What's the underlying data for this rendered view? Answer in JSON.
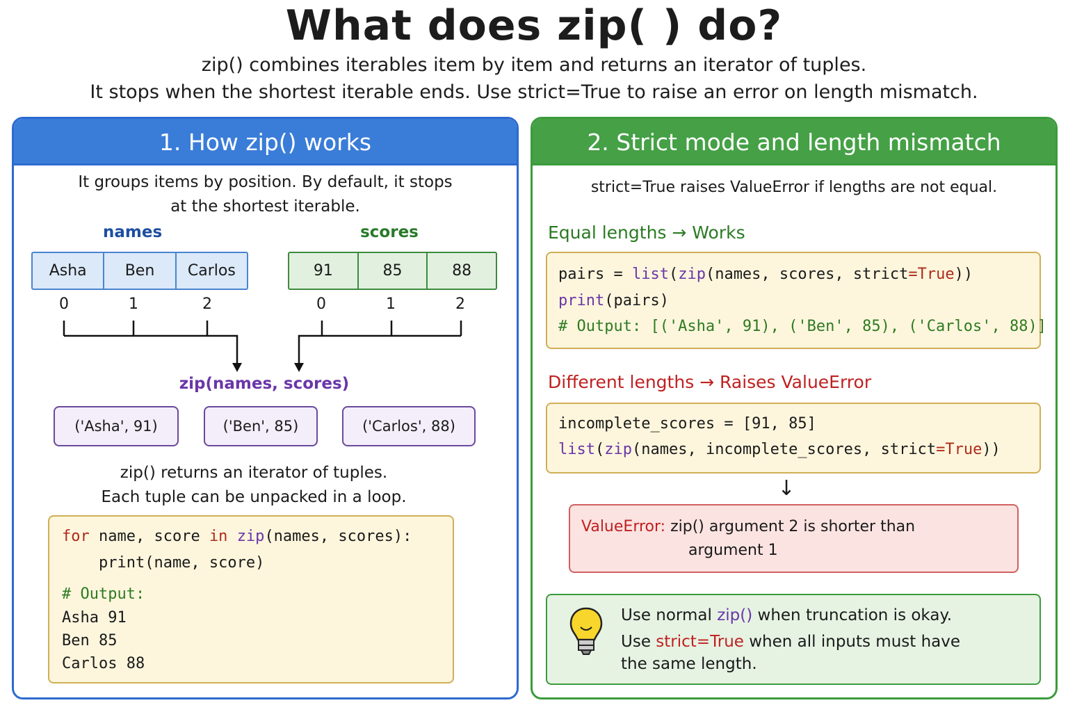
{
  "header": {
    "title": "What does zip( ) do?",
    "line1": "zip() combines iterables item by item and returns an iterator of tuples.",
    "line2": "It stops when the shortest iterable ends. Use strict=True to raise an error on length mismatch."
  },
  "left": {
    "title": "1. How zip() works",
    "intro1": "It groups items by position. By default, it stops",
    "intro2": "at the shortest iterable.",
    "names_label": "names",
    "scores_label": "scores",
    "names": [
      "Asha",
      "Ben",
      "Carlos"
    ],
    "scores": [
      "91",
      "85",
      "88"
    ],
    "indices": [
      "0",
      "1",
      "2"
    ],
    "zip_call": "zip(names, scores)",
    "tuples": [
      "('Asha', 91)",
      "('Ben', 85)",
      "('Carlos', 88)"
    ],
    "note1": "zip() returns an iterator of tuples.",
    "note2": "Each tuple can be unpacked in a loop.",
    "code": {
      "kw_for": "for",
      "l1_a": " name, score ",
      "kw_in": "in",
      "l1_sp": " ",
      "fn_zip": "zip",
      "l1_b": "(names, scores):",
      "l2": "    print(name, score)",
      "comment": "# Output:",
      "out": [
        "Asha 91",
        "Ben 85",
        "Carlos 88"
      ]
    }
  },
  "right": {
    "title": "2. Strict mode and length mismatch",
    "intro": "strict=True raises ValueError if lengths are not equal.",
    "equal_label": "Equal lengths → Works",
    "equal_code": {
      "a": "pairs = ",
      "list": "list",
      "p1": "(",
      "zip": "zip",
      "b": "(names, scores, strict",
      "eq": "=",
      "true": "True",
      "c": "))",
      "print": "print",
      "d": "(pairs)",
      "output": "# Output: [('Asha', 91), ('Ben', 85), ('Carlos', 88)]"
    },
    "diff_label": "Different lengths → Raises ValueError",
    "diff_code": {
      "line1": "incomplete_scores = [91, 85]",
      "list": "list",
      "p1": "(",
      "zip": "zip",
      "b": "(names, incomplete_scores, strict",
      "eq": "=",
      "true": "True",
      "c": "))"
    },
    "down_arrow": "↓",
    "error": {
      "name": "ValueError:",
      "msg1": " zip() argument 2 is shorter than",
      "msg2": "argument 1"
    },
    "tip": {
      "t1a": "Use normal ",
      "t1b": "zip()",
      "t1c": " when truncation is okay.",
      "t2a": "Use ",
      "t2b": "strict=True",
      "t2c": " when all inputs must have",
      "t3": "the same length."
    }
  },
  "colors": {
    "blue": "#3a7dd8",
    "green": "#45a046",
    "purple": "#6a4a9c",
    "red": "#c02020",
    "keyword": "#b02a1a",
    "function": "#6a36a8",
    "comment": "#2f7a22"
  },
  "icons": {
    "tip": "lightbulb-icon"
  }
}
